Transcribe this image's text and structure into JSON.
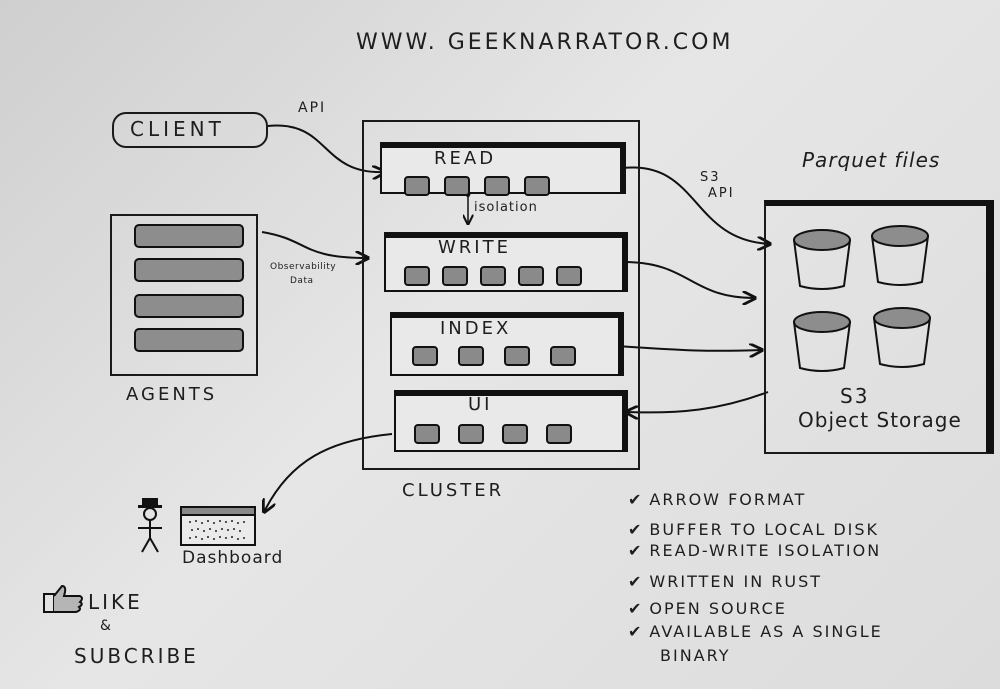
{
  "header": {
    "url": "WWW. GEEKNARRATOR.COM"
  },
  "client": {
    "label": "CLIENT",
    "link_label": "API"
  },
  "agents": {
    "label": "AGENTS",
    "link_label": [
      "Observability",
      "Data"
    ],
    "bars": 4
  },
  "cluster": {
    "label": "CLUSTER",
    "isolation_label": "isolation",
    "services": [
      {
        "label": "READ",
        "chips": 4
      },
      {
        "label": "WRITE",
        "chips": 5
      },
      {
        "label": "INDEX",
        "chips": 4
      },
      {
        "label": "UI",
        "chips": 4
      }
    ]
  },
  "storage": {
    "title": "Parquet files",
    "api_label": [
      "S3",
      "API"
    ],
    "name": [
      "S3",
      "Object Storage"
    ],
    "buckets": 4
  },
  "dashboard": {
    "label": "Dashboard"
  },
  "social": {
    "like": "LIKE",
    "amp": "&",
    "subscribe": "SUBCRIBE"
  },
  "features": [
    "ARROW FORMAT",
    "BUFFER TO LOCAL DISK",
    "READ-WRITE ISOLATION",
    "WRITTEN IN RUST",
    "OPEN SOURCE",
    "AVAILABLE AS A SINGLE",
    "BINARY"
  ],
  "colors": {
    "ink": "#1a1a1a",
    "fill_gray": "#8d8d8d",
    "paper": "#e2e2e2"
  }
}
